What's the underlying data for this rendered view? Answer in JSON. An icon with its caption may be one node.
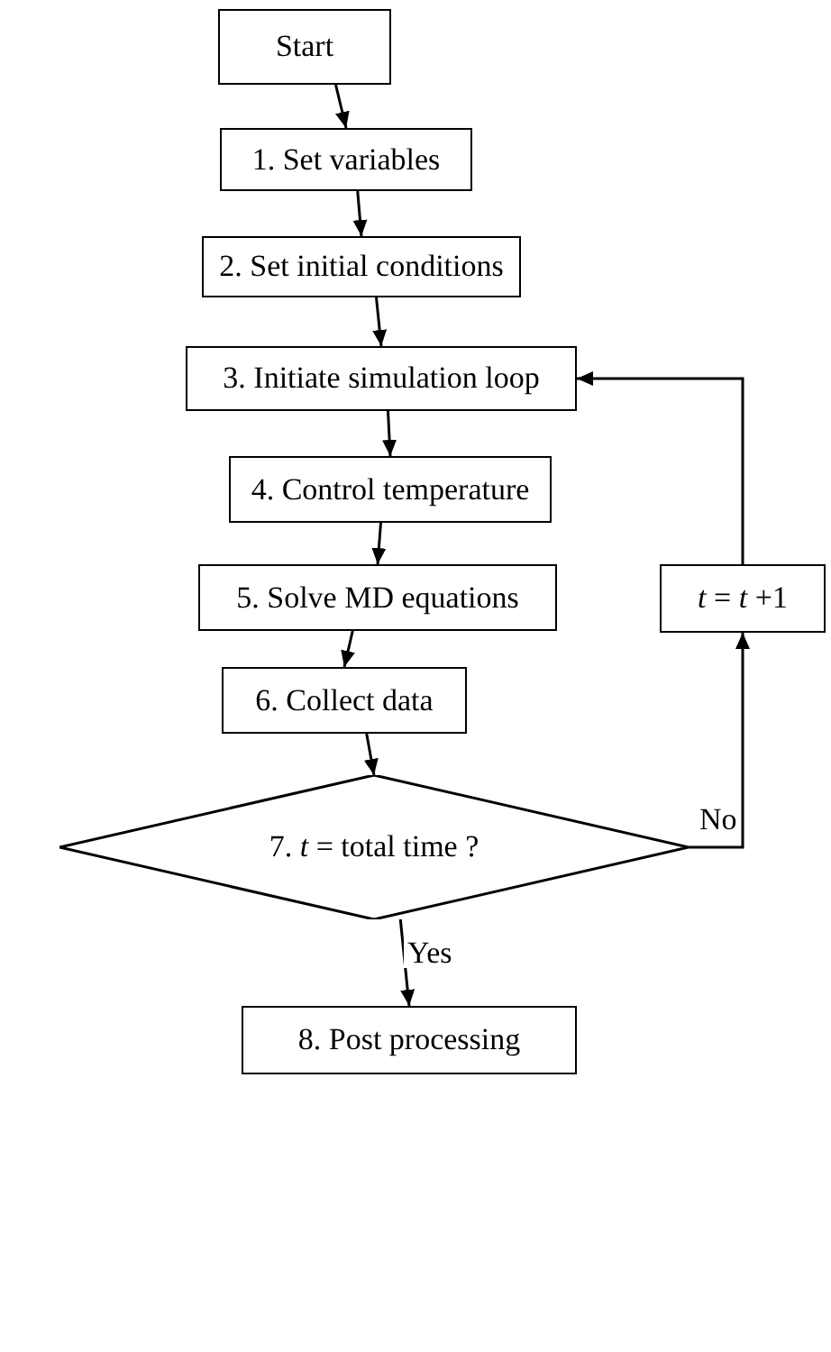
{
  "diagram": {
    "nodes": [
      {
        "text": [
          "Start"
        ]
      },
      {
        "text": [
          "1. Set variables"
        ]
      },
      {
        "text": [
          "2. Set initial conditions"
        ]
      },
      {
        "text": [
          "3. Initiate simulation loop"
        ]
      },
      {
        "text": [
          "4. Control temperature"
        ]
      },
      {
        "text": [
          "5. Solve MD equations"
        ]
      },
      {
        "text": [
          "6. Collect data"
        ]
      },
      {
        "text": [
          "7. *t* = total time ?"
        ]
      },
      {
        "text": [
          "8. Post processing"
        ]
      },
      {
        "text": [
          "*t* = *t* +1"
        ]
      }
    ],
    "edges": [
      {
        "from": 0,
        "to": 1,
        "arrow": "to"
      },
      {
        "from": 1,
        "to": 2,
        "arrow": "to"
      },
      {
        "from": 2,
        "to": 3,
        "arrow": "to"
      },
      {
        "from": 3,
        "to": 4,
        "arrow": "to"
      },
      {
        "from": 4,
        "to": 5,
        "arrow": "to"
      },
      {
        "from": 5,
        "to": 6,
        "arrow": "to"
      },
      {
        "from": 6,
        "to": 7,
        "arrow": "to"
      },
      {
        "from": 7,
        "to": 8,
        "arrow": "to",
        "label": "Yes"
      },
      {
        "from": 7,
        "to": 9,
        "arrow": "to",
        "label": "No"
      },
      {
        "from": 9,
        "to": 3,
        "arrow": "to"
      }
    ]
  }
}
